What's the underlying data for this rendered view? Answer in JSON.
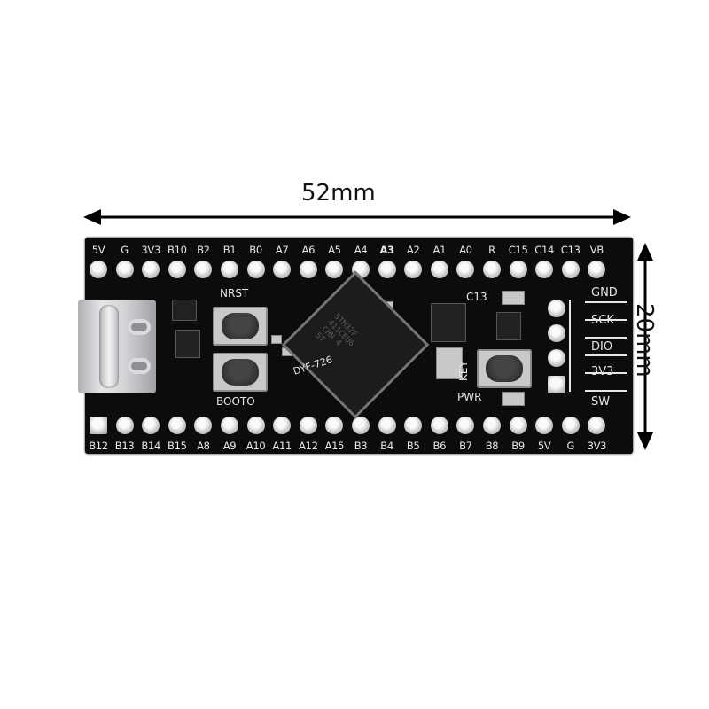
{
  "dimensions": {
    "width": "52mm",
    "height": "20mm"
  },
  "top_pins": [
    "5V",
    "G",
    "3V3",
    "B10",
    "B2",
    "B1",
    "B0",
    "A7",
    "A6",
    "A5",
    "A4",
    "A3",
    "A2",
    "A1",
    "A0",
    "R",
    "C15",
    "C14",
    "C13",
    "VB"
  ],
  "bottom_pins": [
    "B12",
    "B13",
    "B14",
    "B15",
    "A8",
    "A9",
    "A10",
    "A11",
    "A12",
    "A15",
    "B3",
    "B4",
    "B5",
    "B6",
    "B7",
    "B8",
    "B9",
    "5V",
    "G",
    "3V3"
  ],
  "swd_pins": [
    "GND",
    "SCK",
    "DIO",
    "3V3",
    "SW"
  ],
  "silkscreen": {
    "nrst": "NRST",
    "boot": "BOOTO",
    "key": "KEY",
    "pwr": "PWR",
    "c13": "C13",
    "board_id": "DYF-726",
    "chip_markings": [
      "STM32F",
      "411CEU6",
      "CHN 4",
      "ST"
    ]
  },
  "colors": {
    "pcb": "#0c0c0d",
    "silk": "#e6e6e6",
    "pad": "#cfcfcf",
    "background": "#ffffff"
  }
}
